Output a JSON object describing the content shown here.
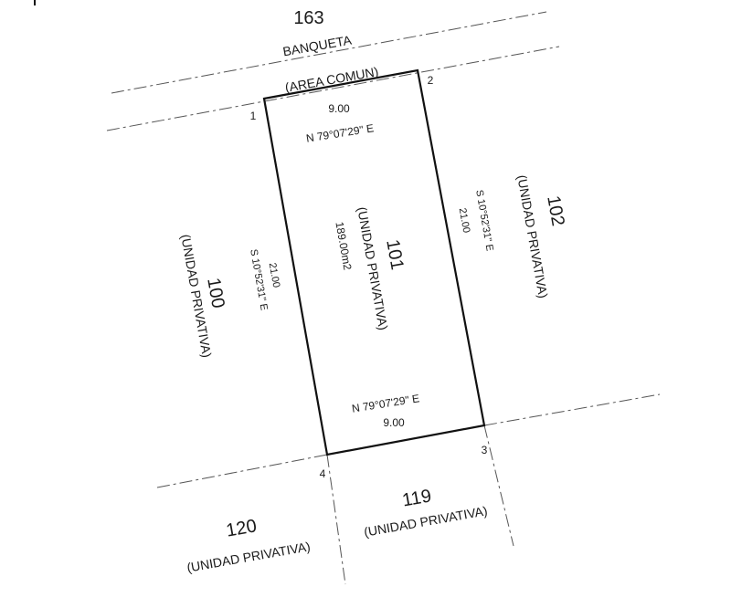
{
  "street": {
    "number": "163",
    "name": "BANQUETA",
    "type": "(AREA COMUN)"
  },
  "main_lot": {
    "number": "101",
    "type": "(UNIDAD PRIVATIVA)",
    "area": "189.00m2",
    "north_side": {
      "length": "9.00",
      "bearing": "N 79°07'29\" E"
    },
    "south_side": {
      "length": "9.00",
      "bearing": "N 79°07'29\" E"
    },
    "west_side": {
      "length": "21.00",
      "bearing": "S 10°52'31\" E"
    },
    "east_side": {
      "length": "21.00",
      "bearing": "S 10°52'31\" E"
    }
  },
  "vertices": [
    "1",
    "2",
    "3",
    "4"
  ],
  "neighbors": {
    "west": {
      "number": "100",
      "type": "(UNIDAD PRIVATIVA)"
    },
    "east": {
      "number": "102",
      "type": "(UNIDAD PRIVATIVA)"
    },
    "south": {
      "number": "119",
      "type": "(UNIDAD PRIVATIVA)"
    },
    "southwest": {
      "number": "120",
      "type": "(UNIDAD PRIVATIVA)"
    }
  }
}
